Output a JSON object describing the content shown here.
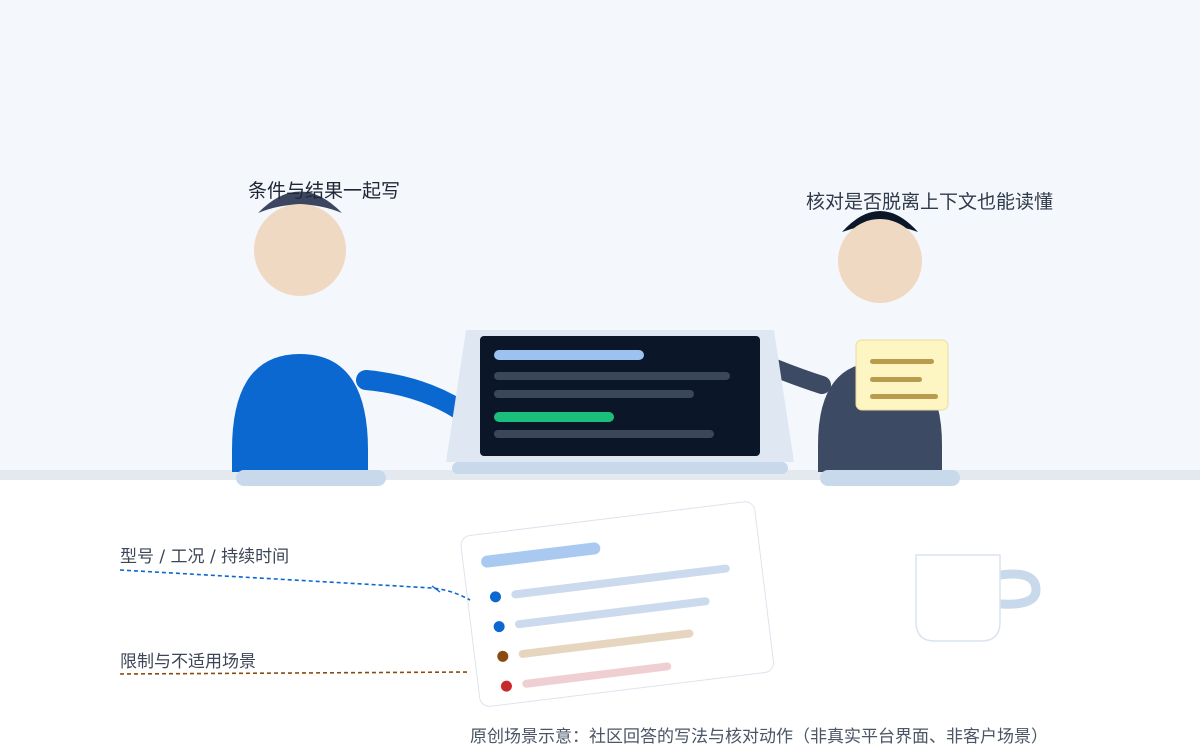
{
  "speech": {
    "left": "条件与结果一起写",
    "right": "核对是否脱离上下文也能读懂"
  },
  "annotations": {
    "model_condition_duration": "型号 / 工况 / 持续时间",
    "limitations": "限制与不适用场景"
  },
  "caption": "原创场景示意：社区回答的写法与核对动作（非真实平台界面、非客户场景）",
  "colors": {
    "background_upper": "#f4f8fd",
    "desk": "#e4e9f0",
    "left_person_shirt": "#0a68d0",
    "right_person_shirt": "#3d4a63",
    "skin": "#f0d9c2",
    "screen": "#0b1628",
    "screen_bar_blue": "#9cc2f2",
    "screen_bar_green": "#1bbf7c",
    "note": "#fdf5c2",
    "note_lines": "#b99b4e",
    "bullet_blue": "#0a68d0",
    "bullet_brown": "#8a4a10",
    "bullet_red": "#c62a2a"
  },
  "icons": [
    "laptop-icon",
    "sticky-note-icon",
    "document-card-icon",
    "mug-icon"
  ]
}
